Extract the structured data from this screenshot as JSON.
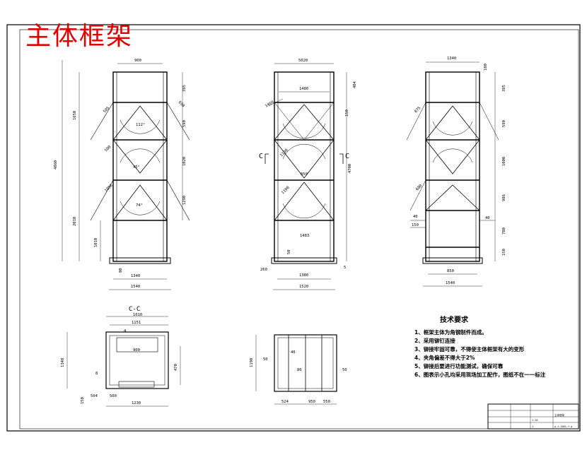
{
  "drawing": {
    "title": "主体框架",
    "section_label": "C-C",
    "section_marker": "C",
    "technical_requirements": {
      "heading": "技术要求",
      "items": [
        "1、框架主体为角钢制件而成。",
        "2、采用铆钉连接",
        "3、铆接牢固可靠，不得使主体框架有大的变形",
        "4、夹角偏差不得大于2%",
        "5、铆接后要进行功能测试，确保可靠",
        "6、图表示小孔均采用现场加工配作，图纸不在一一标注"
      ]
    },
    "dimensions": {
      "front_top": "900",
      "front_total_height": "4860",
      "front_upper": "1650",
      "front_lower": "2010",
      "front_base_height": "1010",
      "front_inner_width": "1340",
      "front_outer_width": "1540",
      "front_right_1": "395",
      "front_right_2": "590",
      "front_right_3": "1020",
      "front_right_4": "1290",
      "front_diag": "650",
      "front_small_1": "505",
      "front_small_2": "500",
      "front_small_3": "1086",
      "front_angle_a": "112°",
      "front_angle_b": "45°",
      "front_angle_c": "74°",
      "front_base_small": "80",
      "mid_top": "5020",
      "mid_inner": "1480",
      "mid_total": "4700",
      "mid_right_1": "404",
      "mid_right_2": "150",
      "mid_mid_1": "850",
      "mid_mid_2": "1483",
      "mid_bottom_inner": "1380",
      "mid_bottom_outer": "1520",
      "mid_base_left": "260",
      "mid_base_small": "50",
      "mid_base_right": "5",
      "mid_left_1": "1460",
      "mid_left_2": "1100",
      "mid_left_3": "1190",
      "right_top": "1340",
      "right_small_top": "180",
      "right_right_1": "395",
      "right_right_2": "590",
      "right_right_3": "1000",
      "right_right_4": "986",
      "right_right_5": "780",
      "right_right_6": "150",
      "right_side_1": "40",
      "right_side_2": "150",
      "right_side_3": "40",
      "right_bottom_inner": "850",
      "right_bottom_outer": "1540",
      "right_left_1": "875",
      "right_left_2": "680",
      "section_top_1": "1010",
      "section_top_2": "1151",
      "section_inner_1": "4",
      "section_inner_2": "900",
      "section_height": "1348",
      "section_left_small": "8",
      "section_right": "470",
      "section_bottom_1": "504",
      "section_bottom_2": "500",
      "section_bottom_3": "1230",
      "section_left_base": "150",
      "plan_height": "1190",
      "plan_left_small": "50",
      "plan_small_1": "40",
      "plan_small_2": "80",
      "plan_right_small": "50",
      "plan_bottom_1": "524",
      "plan_bottom_2": "950",
      "plan_bottom_3": "550"
    },
    "title_block": {
      "company": "",
      "drawing_no": "p-t-1001-f-a",
      "name_cell": "主体框架",
      "scale": "1:10",
      "sheet": "1"
    }
  }
}
